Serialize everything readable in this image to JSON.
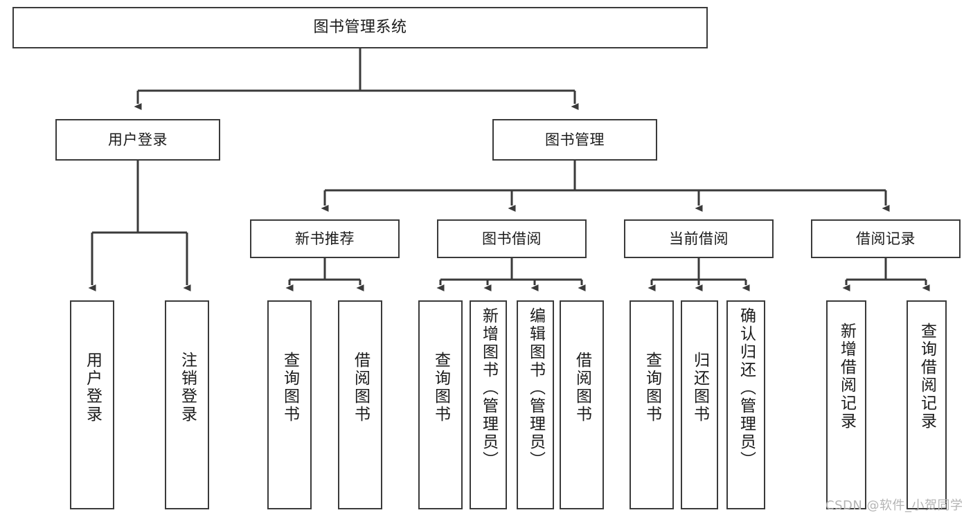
{
  "diagram": {
    "title": "图书管理系统",
    "type": "hierarchy-tree",
    "levels": 4,
    "colors": {
      "background": "#ffffff",
      "node_fill": "#ffffff",
      "node_stroke": "#3a3a3a",
      "text": "#1b1b1b",
      "watermark": "#b4b4b4"
    },
    "nodes": {
      "root": {
        "label": "图书管理系统"
      },
      "level2": [
        {
          "id": "user-login",
          "label": "用户登录"
        },
        {
          "id": "book-manage",
          "label": "图书管理"
        }
      ],
      "level3": [
        {
          "id": "new-book-rec",
          "label": "新书推荐"
        },
        {
          "id": "book-borrow",
          "label": "图书借阅"
        },
        {
          "id": "current-borrow",
          "label": "当前借阅"
        },
        {
          "id": "borrow-record",
          "label": "借阅记录"
        }
      ],
      "leaves": {
        "user-login": [
          {
            "id": "leaf-user-login",
            "label": "用户登录"
          },
          {
            "id": "leaf-user-logout",
            "label": "注销登录"
          }
        ],
        "new-book-rec": [
          {
            "id": "leaf-query-book-1",
            "label": "查询图书"
          },
          {
            "id": "leaf-borrow-book-1",
            "label": "借阅图书"
          }
        ],
        "book-borrow": [
          {
            "id": "leaf-query-book-2",
            "label": "查询图书"
          },
          {
            "id": "leaf-add-book-admin",
            "label": "新增图书（管理员）"
          },
          {
            "id": "leaf-edit-book-admin",
            "label": "编辑图书（管理员）"
          },
          {
            "id": "leaf-borrow-book-2",
            "label": "借阅图书"
          }
        ],
        "current-borrow": [
          {
            "id": "leaf-query-book-3",
            "label": "查询图书"
          },
          {
            "id": "leaf-return-book",
            "label": "归还图书"
          },
          {
            "id": "leaf-confirm-return-admin",
            "label": "确认归还（管理员）"
          }
        ],
        "borrow-record": [
          {
            "id": "leaf-add-borrow-record",
            "label": "新增借阅记录"
          },
          {
            "id": "leaf-query-borrow-record",
            "label": "查询借阅记录"
          }
        ]
      }
    }
  },
  "watermark": {
    "text": "CSDN @软件_小贺同学"
  }
}
